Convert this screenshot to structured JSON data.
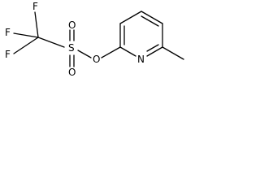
{
  "molecule": {
    "atoms": {
      "f_top": "F",
      "f_left": "F",
      "f_bottom": "F",
      "s": "S",
      "o_up": "O",
      "o_down": "O",
      "o_ester": "O",
      "n_ring": "N"
    }
  }
}
